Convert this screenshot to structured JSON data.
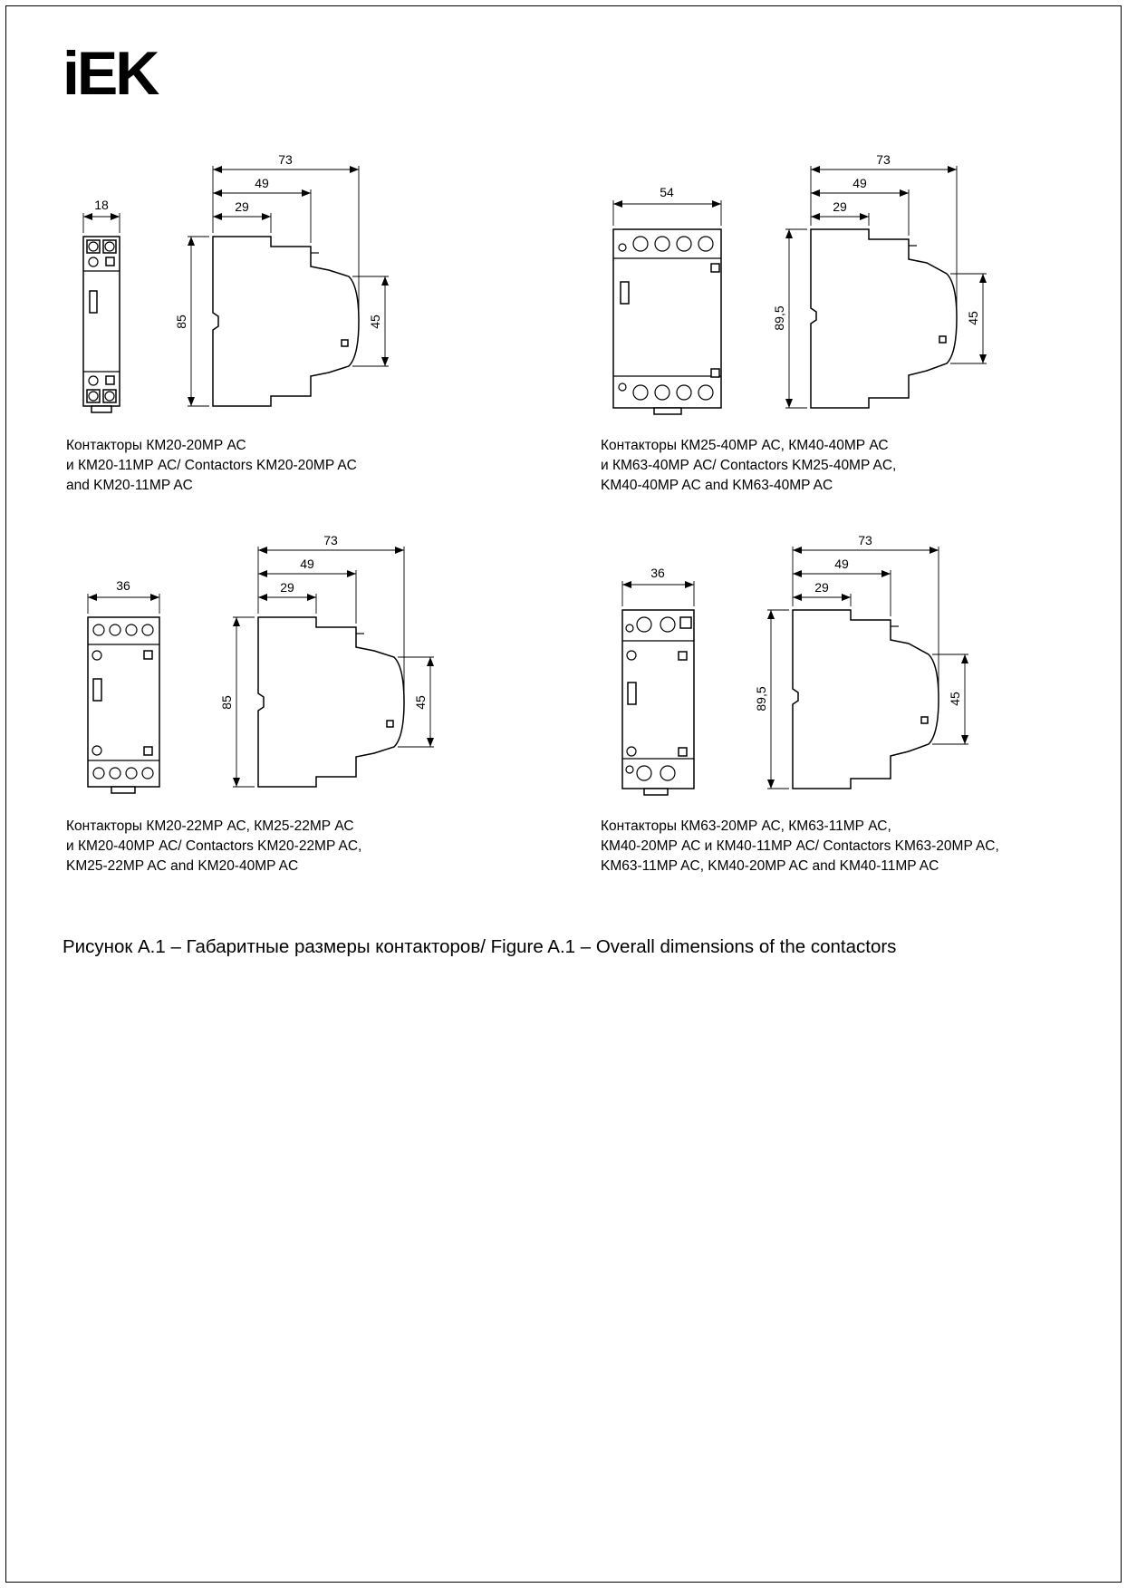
{
  "logo": {
    "text": "iEK"
  },
  "figures": [
    {
      "front_width": "18",
      "dims": {
        "depth": "73",
        "mid": "49",
        "inner": "29",
        "height": "85",
        "face": "45"
      },
      "caption": "Контакторы КМ20-20МР АС\nи КМ20-11МР АС/ Contactors KM20-20MP AC\nand KM20-11MP AC"
    },
    {
      "front_width": "54",
      "dims": {
        "depth": "73",
        "mid": "49",
        "inner": "29",
        "height": "89,5",
        "face": "45"
      },
      "caption": "Контакторы КМ25-40МР АС, КМ40-40МР АС\nи КМ63-40МР АС/ Contactors KM25-40MP AC,\nKM40-40MP AC and KM63-40MP AC"
    },
    {
      "front_width": "36",
      "dims": {
        "depth": "73",
        "mid": "49",
        "inner": "29",
        "height": "85",
        "face": "45"
      },
      "caption": "Контакторы КМ20-22МР АС, КМ25-22МР АС\nи КМ20-40МР АС/ Contactors KM20-22MP AC,\nKM25-22MP AC and KM20-40MP AC"
    },
    {
      "front_width": "36",
      "dims": {
        "depth": "73",
        "mid": "49",
        "inner": "29",
        "height": "89,5",
        "face": "45"
      },
      "caption": "Контакторы КМ63-20МР АС, КМ63-11МР АС,\nКМ40-20МР АС и КМ40-11МР АС/ Contactors KM63-20MP AC,\nKM63-11MP AC, KM40-20MP AC and KM40-11MP AC"
    }
  ],
  "figure_caption": "Рисунок А.1 – Габаритные размеры контакторов/  Figure A.1 – Overall dimensions of the contactors"
}
